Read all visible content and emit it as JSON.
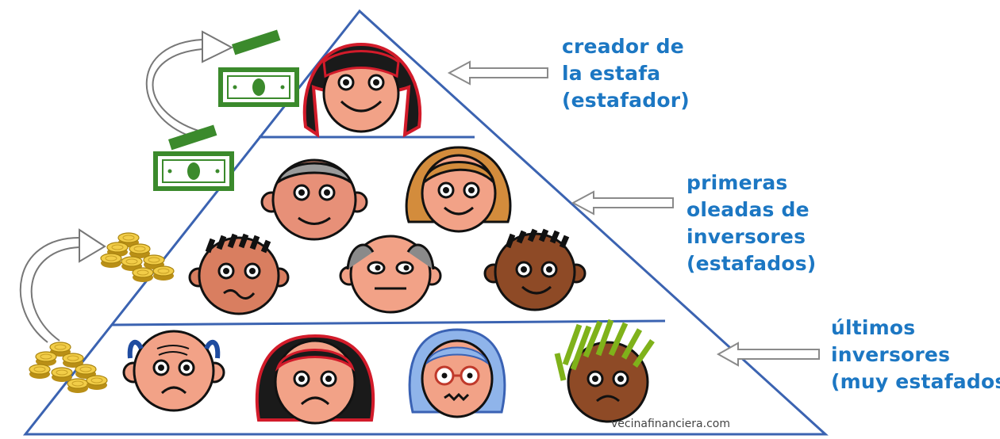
{
  "labels": {
    "top": [
      "creador de",
      "la estafa",
      "(estafador)"
    ],
    "middle": [
      "primeras",
      "oleadas de",
      "inversores",
      "(estafados)"
    ],
    "bottom": [
      "últimos",
      "inversores",
      "(muy estafados)"
    ]
  },
  "watermark": "vecinafinanciera.com",
  "colors": {
    "label_text": "#1c77c3",
    "pyramid_edge": "#3b63b1",
    "money_green": "#3b8a2c",
    "coin_gold": "#e6c23a",
    "arrow_outline": "#777777",
    "hair_red": "#d21b2a"
  },
  "faces": [
    {
      "tier": "top",
      "name": "scammer-face"
    },
    {
      "tier": "middle",
      "name": "grey-haired-man-face"
    },
    {
      "tier": "middle",
      "name": "blonde-woman-face"
    },
    {
      "tier": "middle",
      "name": "worried-boy-face"
    },
    {
      "tier": "middle",
      "name": "bald-man-face"
    },
    {
      "tier": "middle",
      "name": "dark-skinned-boy-face"
    },
    {
      "tier": "bottom",
      "name": "angry-man-face"
    },
    {
      "tier": "bottom",
      "name": "red-haired-woman-face"
    },
    {
      "tier": "bottom",
      "name": "grandmother-face"
    },
    {
      "tier": "bottom",
      "name": "green-haired-face"
    }
  ]
}
